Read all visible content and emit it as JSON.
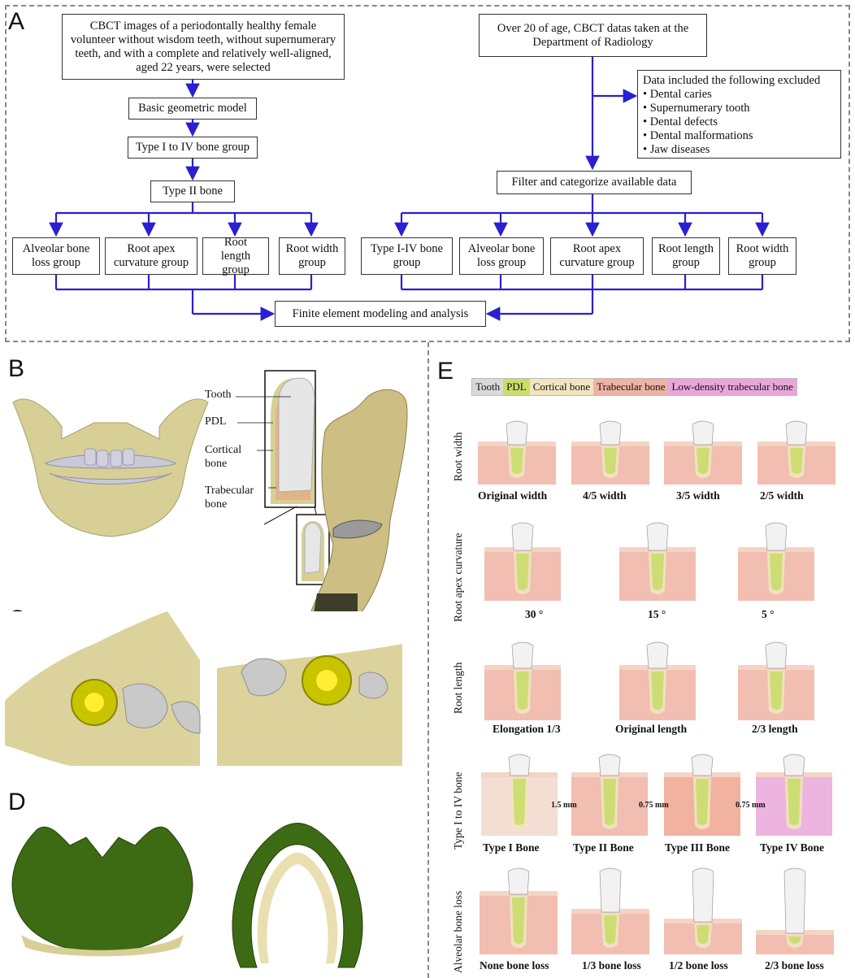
{
  "panel_letters": {
    "a": "A",
    "b": "B",
    "c": "C",
    "d": "D",
    "e": "E"
  },
  "flow_a": {
    "left_top": "CBCT images of a periodontally healthy female volunteer without wisdom teeth, without supernumerary teeth, and with a complete and relatively well-aligned, aged 22 years, were selected",
    "basic": "Basic geometric model",
    "type_group": "Type I to IV bone group",
    "type2": "Type II bone",
    "left_groups": [
      "Alveolar bone loss group",
      "Root apex curvature group",
      "Root length group",
      "Root width group"
    ],
    "right_top": "Over 20 of age, CBCT datas taken at the Department of Radiology",
    "excluded_title": "Data included the following excluded",
    "excluded_items": [
      "• Dental caries",
      "• Supernumerary tooth",
      "• Dental defects",
      "• Dental malformations",
      "• Jaw diseases"
    ],
    "filter": "Filter and categorize available data",
    "right_groups": [
      "Type I-IV bone group",
      "Alveolar bone loss group",
      "Root apex curvature group",
      "Root length group",
      "Root width group"
    ],
    "final": "Finite element modeling and analysis"
  },
  "panel_b": {
    "labels": [
      "Tooth",
      "PDL",
      "Cortical bone",
      "Trabecular bone"
    ]
  },
  "panel_e": {
    "legend": [
      {
        "label": "Tooth",
        "color": "#d9d9d9"
      },
      {
        "label": "PDL",
        "color": "#c9dd6a"
      },
      {
        "label": "Cortical bone",
        "color": "#f1e4bf"
      },
      {
        "label": "Trabecular bone",
        "color": "#eeb3a3"
      },
      {
        "label": "Low-density trabecular bone",
        "color": "#e9a7d9"
      }
    ],
    "rows": [
      {
        "label": "Root width",
        "captions": [
          "Original width",
          "4/5 width",
          "3/5 width",
          "2/5 width"
        ]
      },
      {
        "label": "Root apex curvature",
        "captions": [
          "30 °",
          "15 °",
          "5 °"
        ]
      },
      {
        "label": "Root length",
        "captions": [
          "Elongation 1/3",
          "Original length",
          "2/3 length"
        ]
      },
      {
        "label": "Type I to IV bone",
        "captions": [
          "Type I Bone",
          "Type II Bone",
          "Type III Bone",
          "Type IV Bone"
        ]
      },
      {
        "label": "Alveolar bone loss",
        "captions": [
          "None bone loss",
          "1/3 bone loss",
          "1/2 bone loss",
          "2/3 bone loss"
        ]
      }
    ],
    "thickness_labels": [
      "1.5 mm",
      "0.75 mm",
      "0.75 mm"
    ]
  },
  "colors": {
    "arrow": "#2a1fd1",
    "bone": "#d8cf97",
    "cortical_green": "#3d6b14",
    "tooth": "#c8c8d6"
  }
}
